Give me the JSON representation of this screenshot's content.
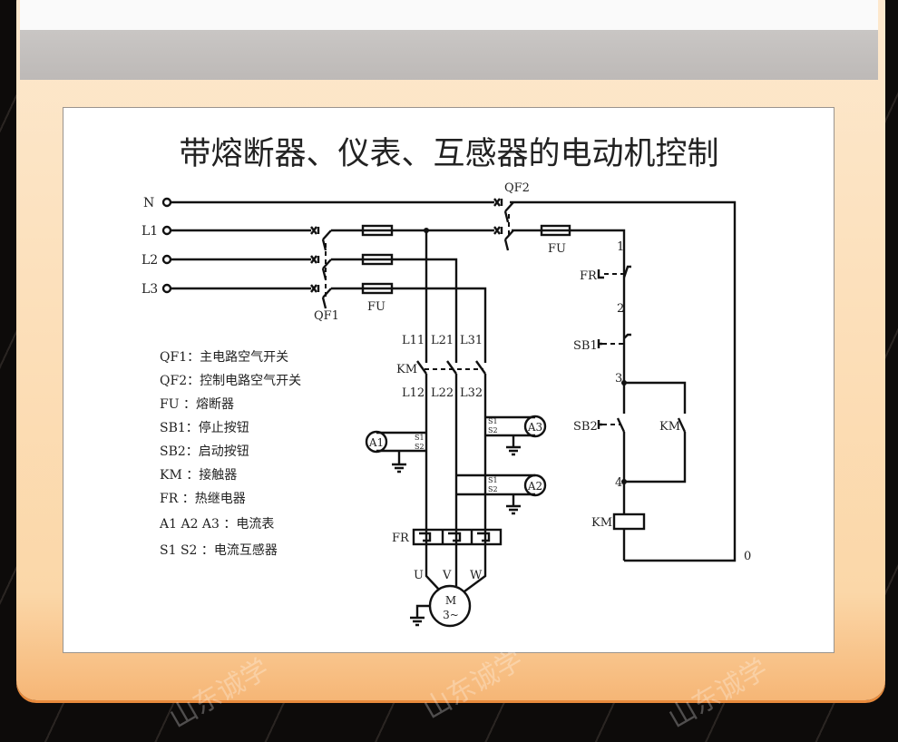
{
  "title": "带熔断器、仪表、互感器的电动机控制",
  "terminals": {
    "n": "N",
    "l1": "L1",
    "l2": "L2",
    "l3": "L3"
  },
  "labels": {
    "qf1": "QF1",
    "qf2": "QF2",
    "fu_main": "FU",
    "fu_ctrl": "FU",
    "l11": "L11",
    "l21": "L21",
    "l31": "L31",
    "km_main": "KM",
    "l12": "L12",
    "l22": "L22",
    "l32": "L32",
    "fr_main": "FR",
    "u": "U",
    "v": "V",
    "w": "W",
    "motor_m": "M",
    "motor_3": "3~",
    "a1": "A1",
    "a2": "A2",
    "a3": "A3",
    "s1": "S1",
    "s2": "S2",
    "node1": "1",
    "node2": "2",
    "node3": "3",
    "node4": "4",
    "node0": "0",
    "fr_ctrl": "FR",
    "sb1": "SB1",
    "sb2": "SB2",
    "km_aux": "KM",
    "km_coil": "KM"
  },
  "legend": [
    "QF1：主电路空气开关",
    "QF2：控制电路空气开关",
    "FU ：熔断器",
    "SB1：停止按钮",
    "SB2：启动按钮",
    "KM ：接触器",
    "FR ：热继电器",
    "A1 A2 A3 ：电流表",
    "S1 S2 ：电流互感器"
  ],
  "watermark": "山东诚学"
}
